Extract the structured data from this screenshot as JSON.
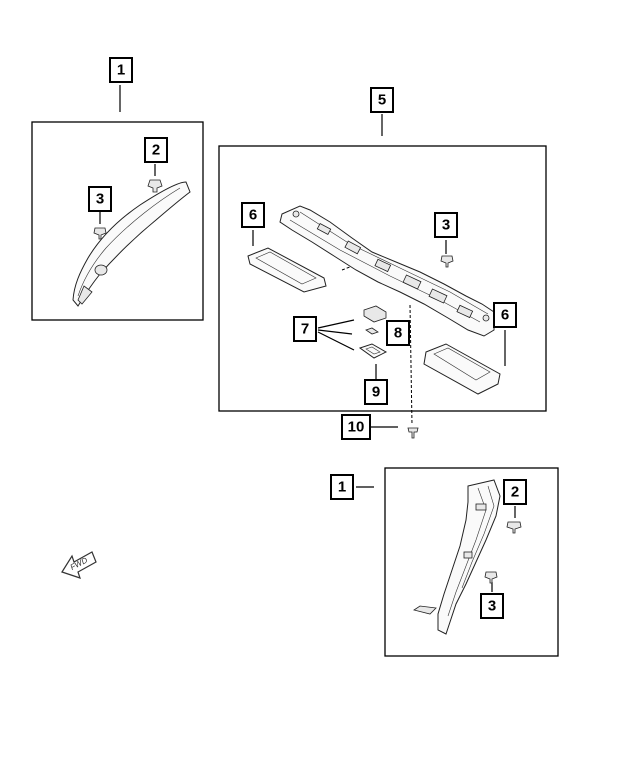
{
  "callouts": [
    {
      "id": "c1a",
      "label": "1"
    },
    {
      "id": "c2a",
      "label": "2"
    },
    {
      "id": "c3a",
      "label": "3"
    },
    {
      "id": "c5",
      "label": "5"
    },
    {
      "id": "c6a",
      "label": "6"
    },
    {
      "id": "c3b",
      "label": "3"
    },
    {
      "id": "c6b",
      "label": "6"
    },
    {
      "id": "c7",
      "label": "7"
    },
    {
      "id": "c8",
      "label": "8"
    },
    {
      "id": "c9",
      "label": "9"
    },
    {
      "id": "c10",
      "label": "10"
    },
    {
      "id": "c1b",
      "label": "1"
    },
    {
      "id": "c2b",
      "label": "2"
    },
    {
      "id": "c3c",
      "label": "3"
    }
  ],
  "fwd_label": "FWD",
  "colors": {
    "line": "#000000",
    "background": "#ffffff"
  }
}
